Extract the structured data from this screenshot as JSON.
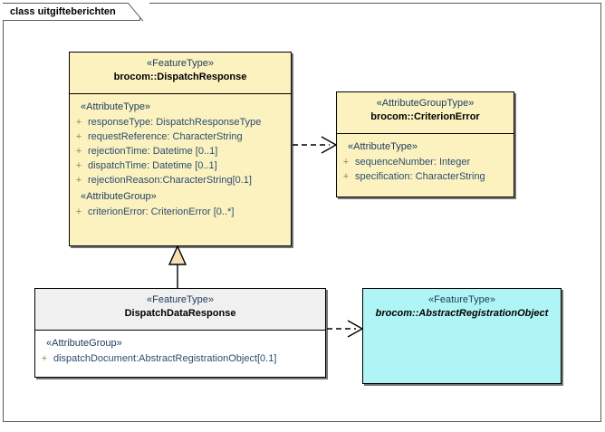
{
  "diagram": {
    "title": "class uitgifteberichten",
    "colors": {
      "feature_type_fill": "#FBF2BF",
      "attribute_group_type_fill": "#FBF2BF",
      "plain_class_fill": "#FFFFFF",
      "plain_class_header_fill": "#F0F0F0",
      "abstract_class_fill": "#B0F5F5",
      "border": "#000000",
      "stereotype_text": "#1D3B5C",
      "attribute_text": "#2C4D6E",
      "visibility_marker": "#9A8248",
      "generalization_fill": "#F7DFB5"
    },
    "classes": [
      {
        "id": "dispatch-response",
        "stereotype": "«FeatureType»",
        "name": "brocom::DispatchResponse",
        "abstract": false,
        "compartments": [
          {
            "label": "«AttributeType»",
            "attributes": [
              {
                "visibility": "+",
                "text": "responseType: DispatchResponseType"
              },
              {
                "visibility": "+",
                "text": "requestReference: CharacterString"
              },
              {
                "visibility": "+",
                "text": "rejectionTime: Datetime [0..1]"
              },
              {
                "visibility": "+",
                "text": "dispatchTime: Datetime [0..1]"
              },
              {
                "visibility": "+",
                "text": "rejectionReason:CharacterString[0.1]"
              }
            ]
          },
          {
            "label": "«AttributeGroup»",
            "attributes": [
              {
                "visibility": "+",
                "text": "criterionError: CriterionError [0..*]"
              }
            ]
          }
        ]
      },
      {
        "id": "criterion-error",
        "stereotype": "«AttributeGroupType»",
        "name": "brocom::CriterionError",
        "abstract": false,
        "compartments": [
          {
            "label": "«AttributeType»",
            "attributes": [
              {
                "visibility": "+",
                "text": "sequenceNumber: Integer"
              },
              {
                "visibility": "+",
                "text": "specification: CharacterString"
              }
            ]
          }
        ]
      },
      {
        "id": "dispatch-data-response",
        "stereotype": "«FeatureType»",
        "name": "DispatchDataResponse",
        "abstract": false,
        "compartments": [
          {
            "label": "«AttributeGroup»",
            "attributes": [
              {
                "visibility": "+",
                "text": "dispatchDocument:AbstractRegistrationObject[0.1]"
              }
            ]
          }
        ]
      },
      {
        "id": "abstract-registration-object",
        "stereotype": "«FeatureType»",
        "name": "brocom::AbstractRegistrationObject",
        "abstract": true,
        "compartments": []
      }
    ],
    "connectors": [
      {
        "id": "dependency-dispatch-response-to-criterion-error",
        "type": "dependency",
        "style": "dashed-open-arrow",
        "source": "dispatch-response",
        "target": "criterion-error",
        "label": ""
      },
      {
        "id": "generalization-dispatch-data-response-to-dispatch-response",
        "type": "generalization",
        "style": "solid-hollow-triangle",
        "source": "dispatch-data-response",
        "target": "dispatch-response",
        "label": ""
      },
      {
        "id": "dependency-dispatch-data-response-to-abstract-registration-object",
        "type": "dependency",
        "style": "dashed-open-arrow",
        "source": "dispatch-data-response",
        "target": "abstract-registration-object",
        "label": ""
      }
    ]
  }
}
